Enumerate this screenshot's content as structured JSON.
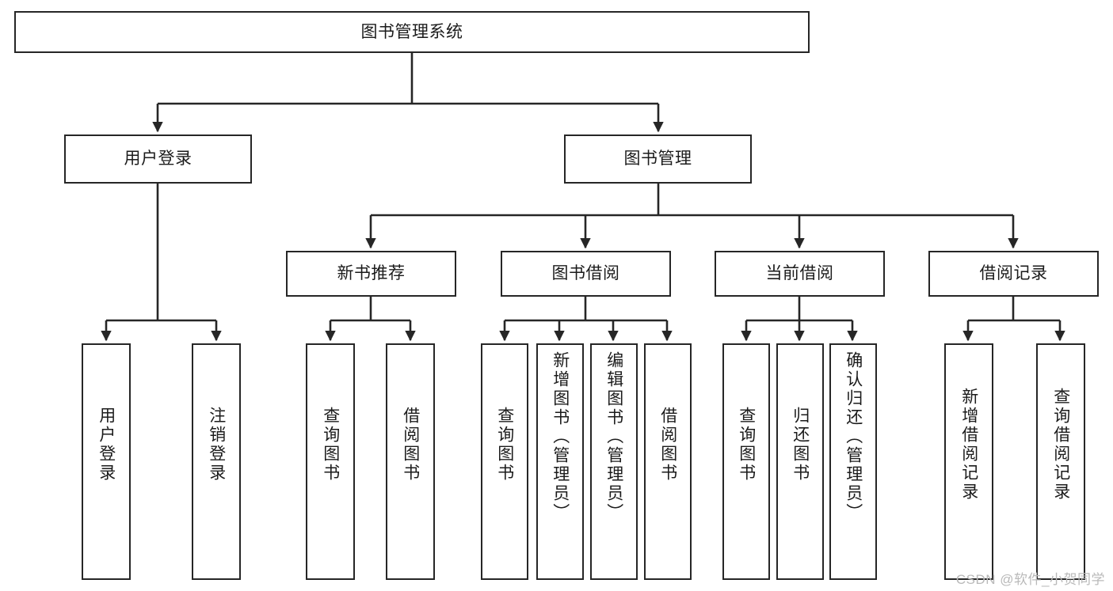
{
  "diagram": {
    "type": "tree-hierarchy",
    "title": "图书管理系统",
    "watermark": "CSDN @软件_小贺同学",
    "colors": {
      "border": "#262626",
      "text": "#1b1b1b",
      "background": "#ffffff",
      "watermark": "#b9b9b9"
    },
    "levels": {
      "root": {
        "label": "图书管理系统"
      },
      "level2": [
        {
          "label": "用户登录"
        },
        {
          "label": "图书管理"
        }
      ],
      "level3": [
        {
          "label": "新书推荐"
        },
        {
          "label": "图书借阅"
        },
        {
          "label": "当前借阅"
        },
        {
          "label": "借阅记录"
        }
      ],
      "leaves": {
        "user_login": [
          {
            "label": "用户登录"
          },
          {
            "label": "注销登录"
          }
        ],
        "new_book_recommend": [
          {
            "label": "查询图书"
          },
          {
            "label": "借阅图书"
          }
        ],
        "book_borrow": [
          {
            "label": "查询图书"
          },
          {
            "label": "新增图书（管理员）"
          },
          {
            "label": "编辑图书（管理员）"
          },
          {
            "label": "借阅图书"
          }
        ],
        "current_borrow": [
          {
            "label": "查询图书"
          },
          {
            "label": "归还图书"
          },
          {
            "label": "确认归还（管理员）"
          }
        ],
        "borrow_records": [
          {
            "label": "新增借阅记录"
          },
          {
            "label": "查询借阅记录"
          }
        ]
      }
    }
  }
}
